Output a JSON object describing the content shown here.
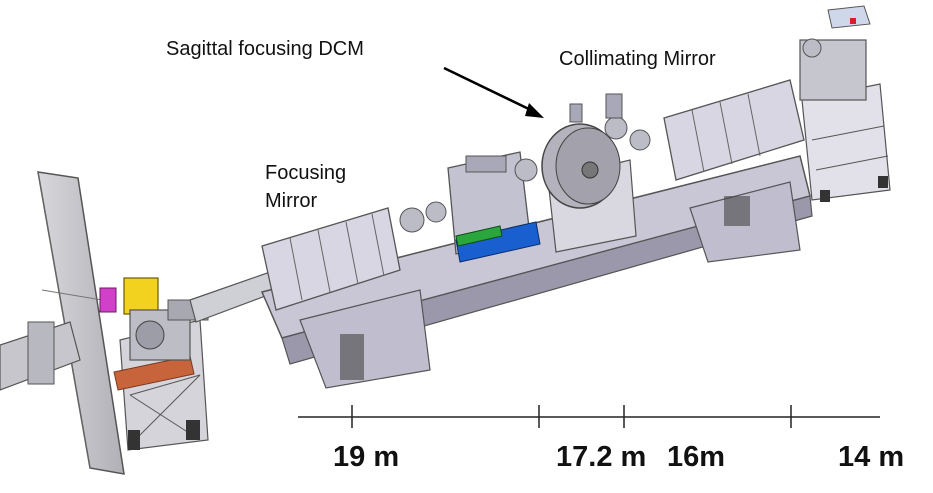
{
  "labels": {
    "sagittal_dcm": "Sagittal focusing DCM",
    "collimating_mirror": "Collimating Mirror",
    "focusing_mirror_line1": "Focusing",
    "focusing_mirror_line2": "Mirror"
  },
  "scale": {
    "ticks": [
      "19 m",
      "17.2 m",
      "16m",
      "14 m"
    ]
  },
  "colors": {
    "frame": "#6e6e78",
    "body": "#c9c7d6",
    "body_dark": "#9a98aa",
    "body_light": "#e2e1ea",
    "steel": "#b9b9c0",
    "accent_blue": "#1a5fd0",
    "accent_green": "#2aa63c",
    "accent_yellow": "#f2d21e",
    "accent_red": "#c8643c",
    "accent_magenta": "#d040c8"
  }
}
